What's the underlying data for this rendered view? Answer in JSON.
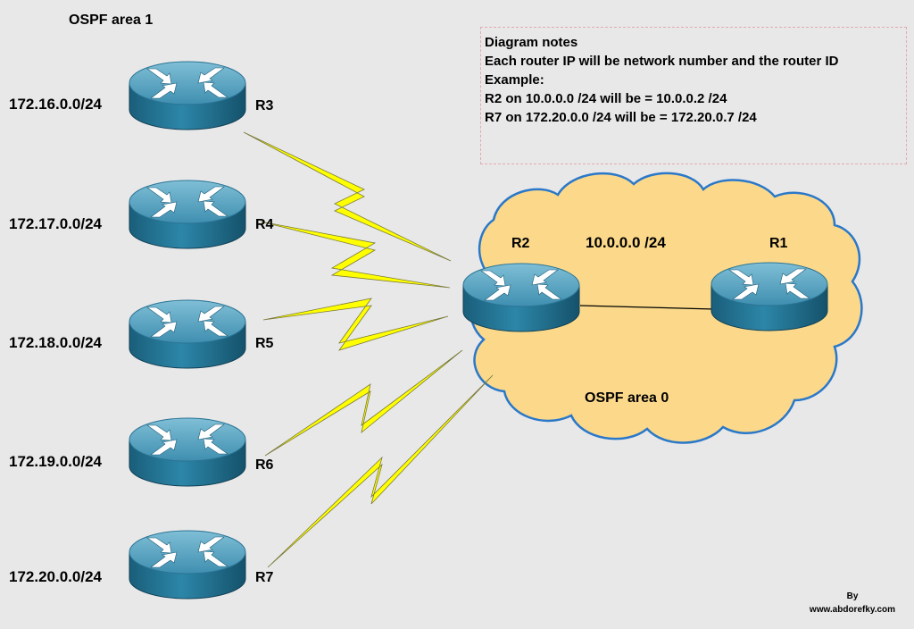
{
  "area1_title": "OSPF area 1",
  "area0_label": "OSPF area 0",
  "backbone_network": "10.0.0.0 /24",
  "routers": [
    {
      "name": "R3",
      "network": "172.16.0.0/24"
    },
    {
      "name": "R4",
      "network": "172.17.0.0/24"
    },
    {
      "name": "R5",
      "network": "172.18.0.0/24"
    },
    {
      "name": "R6",
      "network": "172.19.0.0/24"
    },
    {
      "name": "R7",
      "network": "172.20.0.0/24"
    }
  ],
  "hub_router": {
    "name": "R2"
  },
  "backbone_router": {
    "name": "R1"
  },
  "notes": {
    "title": "Diagram notes",
    "line1": "Each router IP will be network number and the router ID",
    "line2": "Example:",
    "line3": "R2 on 10.0.0.0 /24 will be = 10.0.0.2 /24",
    "line4": "R7 on 172.20.0.0 /24 will be = 172.20.0.7 /24"
  },
  "credit": {
    "by": "By",
    "site": "www.abdorefky.com"
  },
  "colors": {
    "background": "#e8e8e8",
    "cloud_fill": "#fcd98a",
    "cloud_stroke": "#2a78c9",
    "router_body": "#1f6f8e",
    "router_top": "#5da7c4",
    "serial_link": "#ffff00"
  },
  "icons": [
    "router-icon",
    "cloud-icon",
    "serial-link-icon",
    "ethernet-link-icon"
  ]
}
